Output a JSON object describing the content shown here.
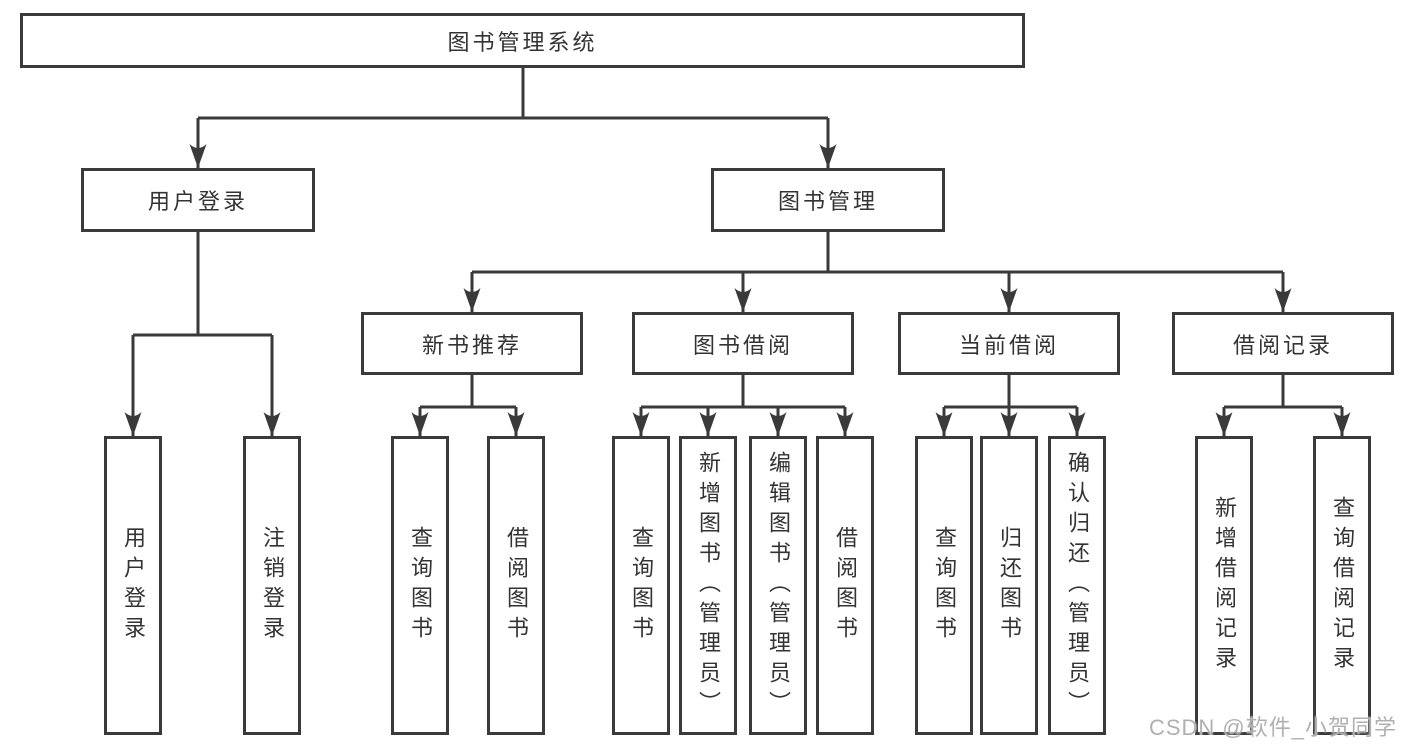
{
  "diagram": {
    "root": {
      "label": "图书管理系统"
    },
    "branches": [
      {
        "label": "用户登录",
        "children": [
          {
            "label": "用户登录"
          },
          {
            "label": "注销登录"
          }
        ]
      },
      {
        "label": "图书管理",
        "children": [
          {
            "label": "新书推荐",
            "children": [
              {
                "label": "查询图书"
              },
              {
                "label": "借阅图书"
              }
            ]
          },
          {
            "label": "图书借阅",
            "children": [
              {
                "label": "查询图书"
              },
              {
                "label": "新增图书（管理员）"
              },
              {
                "label": "编辑图书（管理员）"
              },
              {
                "label": "借阅图书"
              }
            ]
          },
          {
            "label": "当前借阅",
            "children": [
              {
                "label": "查询图书"
              },
              {
                "label": "归还图书"
              },
              {
                "label": "确认归还（管理员）"
              }
            ]
          },
          {
            "label": "借阅记录",
            "children": [
              {
                "label": "新增借阅记录"
              },
              {
                "label": "查询借阅记录"
              }
            ]
          }
        ]
      }
    ]
  },
  "watermark": {
    "text": "CSDN @软件_小贺同学"
  },
  "colors": {
    "line": "#3a3a3a",
    "text": "#333333",
    "watermark": "#b0b0b0",
    "background": "#ffffff"
  }
}
